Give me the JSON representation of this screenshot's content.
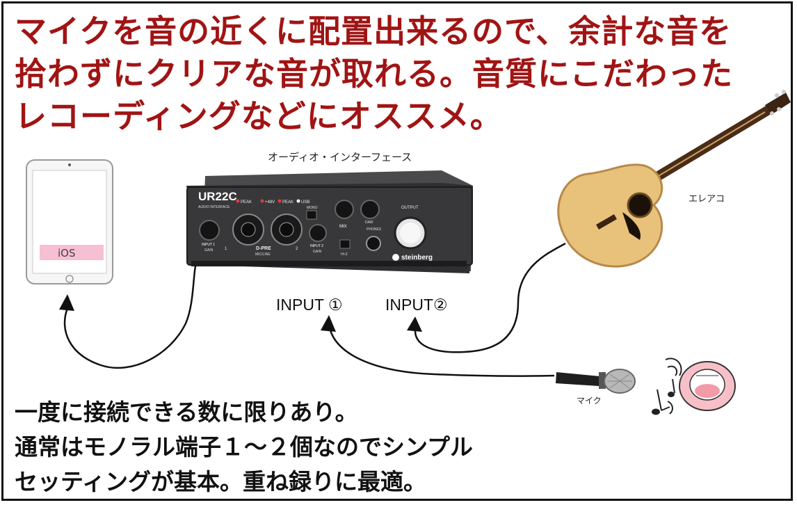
{
  "title": {
    "line1": "マイクを音の近くに配置出来るので、余計な音を",
    "line2": "拾わずにクリアな音が取れる。音質にこだわった",
    "line3": "レコーディングなどにオススメ。"
  },
  "labels": {
    "interface": "オーディオ・インターフェース",
    "ios": "iOS",
    "guitar": "エレアコ",
    "mic": "マイク",
    "input1": "INPUT ①",
    "input2": "INPUT②"
  },
  "device": {
    "model": "UR22C",
    "subtitle": "AUDIO INTERFACE",
    "brand": "steinberg",
    "peak1": "PEAK",
    "phantom": "+48V",
    "peak2": "PEAK",
    "usb": "USB",
    "mono": "MONO",
    "mix": "MIX",
    "daw": "DAW",
    "output": "OUTPUT",
    "phones": "PHONES",
    "input1_gain": "INPUT 1",
    "gain": "GAIN",
    "dpre": "D-PRE",
    "mic_line": "MIC/LINE",
    "input2_gain": "INPUT 2",
    "hiz": "HI-Z",
    "ch1": "1",
    "ch2": "2"
  },
  "bottom": {
    "line1": "一度に接続できる数に限りあり。",
    "line2": "通常はモノラル端子１〜２個なのでシンプル",
    "line3": "セッティングが基本。重ね録りに最適。"
  },
  "colors": {
    "title": "#a11414",
    "highlight": "#f08bb0",
    "guitar_body": "#e8c27a"
  }
}
